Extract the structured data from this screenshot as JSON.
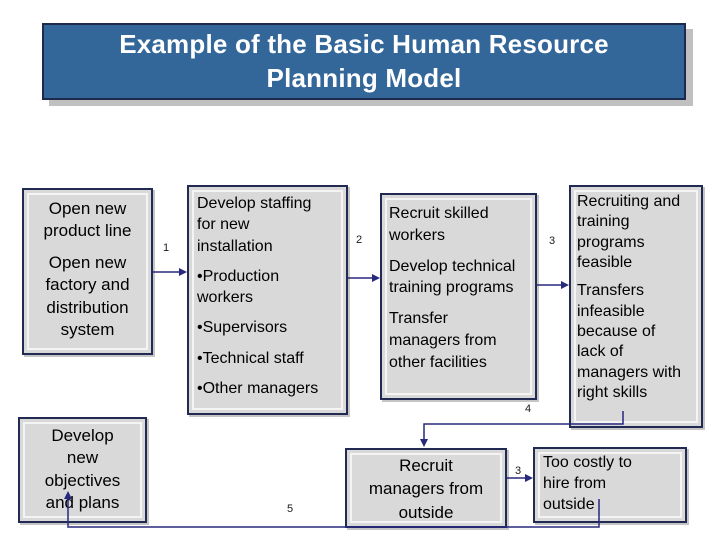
{
  "title": {
    "text": "Example of the Basic Human Resource\nPlanning Model"
  },
  "colors": {
    "title_bg": "#336699",
    "title_text": "#ffffff",
    "box_fill": "#d9d9d9",
    "box_border": "#202a52",
    "connector": "#28287d",
    "shadow": "#c0c0c0"
  },
  "boxes": [
    {
      "id": "open-new-product-line",
      "paragraphs": [
        "Open new\nproduct line",
        "Open new\nfactory and\ndistribution\nsystem"
      ]
    },
    {
      "id": "develop-staffing",
      "paragraphs": [
        "Develop staffing\nfor new\ninstallation",
        "•Production\nworkers",
        "•Supervisors",
        "•Technical staff",
        "•Other managers"
      ]
    },
    {
      "id": "recruit-skilled-workers",
      "paragraphs": [
        "Recruit skilled\nworkers",
        "Develop technical\ntraining programs",
        "Transfer\nmanagers from\nother facilities"
      ]
    },
    {
      "id": "recruiting-training-feasible",
      "paragraphs": [
        "Recruiting and\ntraining\nprograms\nfeasible",
        "Transfers\ninfeasible\nbecause of\nlack of\nmanagers with\nright skills"
      ]
    },
    {
      "id": "develop-new-objectives",
      "paragraphs": [
        "Develop\nnew\nobjectives\nand plans"
      ]
    },
    {
      "id": "recruit-managers-outside",
      "paragraphs": [
        "Recruit\nmanagers from\noutside"
      ]
    },
    {
      "id": "too-costly-to-hire",
      "paragraphs": [
        "Too costly to\nhire from\noutside"
      ]
    }
  ],
  "connectors": [
    {
      "label": "1"
    },
    {
      "label": "2"
    },
    {
      "label": "3"
    },
    {
      "label": "4"
    },
    {
      "label": "3"
    },
    {
      "label": "5"
    }
  ]
}
